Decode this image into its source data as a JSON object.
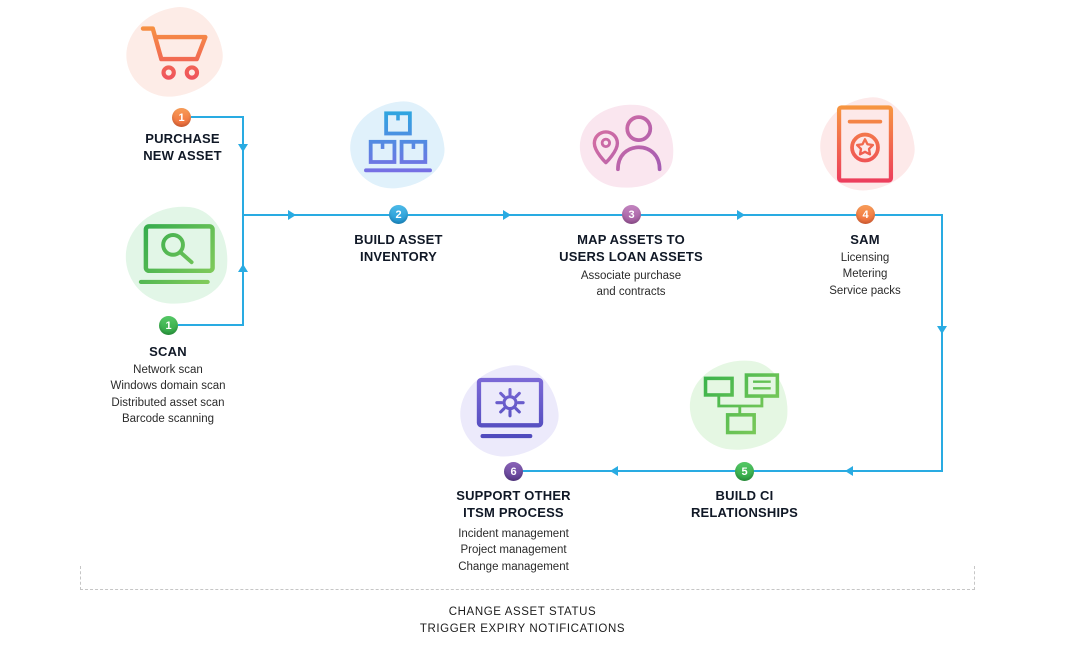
{
  "colors": {
    "flow_line": "#29abe2",
    "badge_orange": "#f0763f",
    "badge_green": "#3cb64c",
    "badge_blue": "#29a8e0",
    "badge_purple": "#ad6bab",
    "badge_indigo": "#6d4fa1"
  },
  "steps": {
    "purchase": {
      "num": "1",
      "title": "PURCHASE\nNEW ASSET",
      "icon": "shopping-cart-icon"
    },
    "scan": {
      "num": "1",
      "title": "SCAN",
      "details": "Network scan\nWindows domain scan\nDistributed asset scan\nBarcode scanning",
      "icon": "scan-monitor-icon"
    },
    "inventory": {
      "num": "2",
      "title": "BUILD ASSET\nINVENTORY",
      "icon": "stacked-boxes-icon"
    },
    "map_assets": {
      "num": "3",
      "title": "MAP ASSETS TO\nUSERS LOAN ASSETS",
      "details": "Associate purchase\nand contracts",
      "icon": "user-location-pin-icon"
    },
    "sam": {
      "num": "4",
      "title": "SAM",
      "details": "Licensing\nMetering\nService packs",
      "icon": "license-certificate-icon"
    },
    "ci": {
      "num": "5",
      "title": "BUILD CI\nRELATIONSHIPS",
      "icon": "network-topology-icon"
    },
    "itsm": {
      "num": "6",
      "title": "SUPPORT OTHER\nITSM PROCESS",
      "details": "Incident management\nProject management\nChange management",
      "icon": "monitor-gear-icon"
    }
  },
  "footer": {
    "note": "CHANGE ASSET STATUS\nTRIGGER EXPIRY NOTIFICATIONS"
  }
}
